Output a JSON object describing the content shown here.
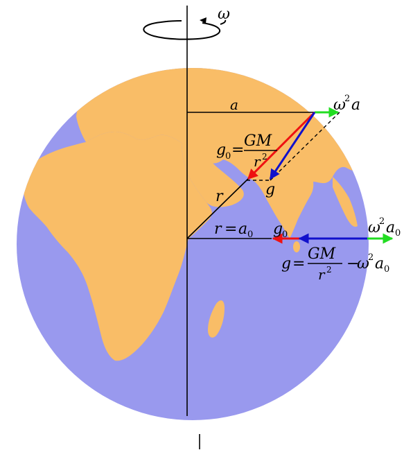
{
  "colors": {
    "ocean": "#9999ee",
    "land": "#f9bd67",
    "line": "#000000",
    "green_arrow": "#22dd22",
    "red_arrow": "#ee1111",
    "blue_arrow": "#1111cc"
  },
  "labels": {
    "omega": "ω",
    "a": "a",
    "r": "r",
    "g": "g",
    "g0_equals": "=",
    "GM": "GM",
    "r2": "r",
    "sq": "2",
    "sub0": "0",
    "omega2a_w": "ω",
    "omega2a_exp": "2",
    "omega2a_a": "a",
    "r_eq_a0_r": "r",
    "r_eq_a0_eq": "=",
    "r_eq_a0_a": "a",
    "g0_arrow_g": "g",
    "bottom_g": "g",
    "bottom_eq": "=",
    "bottom_minus": "−",
    "right_omega": "ω",
    "right_exp": "2",
    "right_a": "a"
  }
}
